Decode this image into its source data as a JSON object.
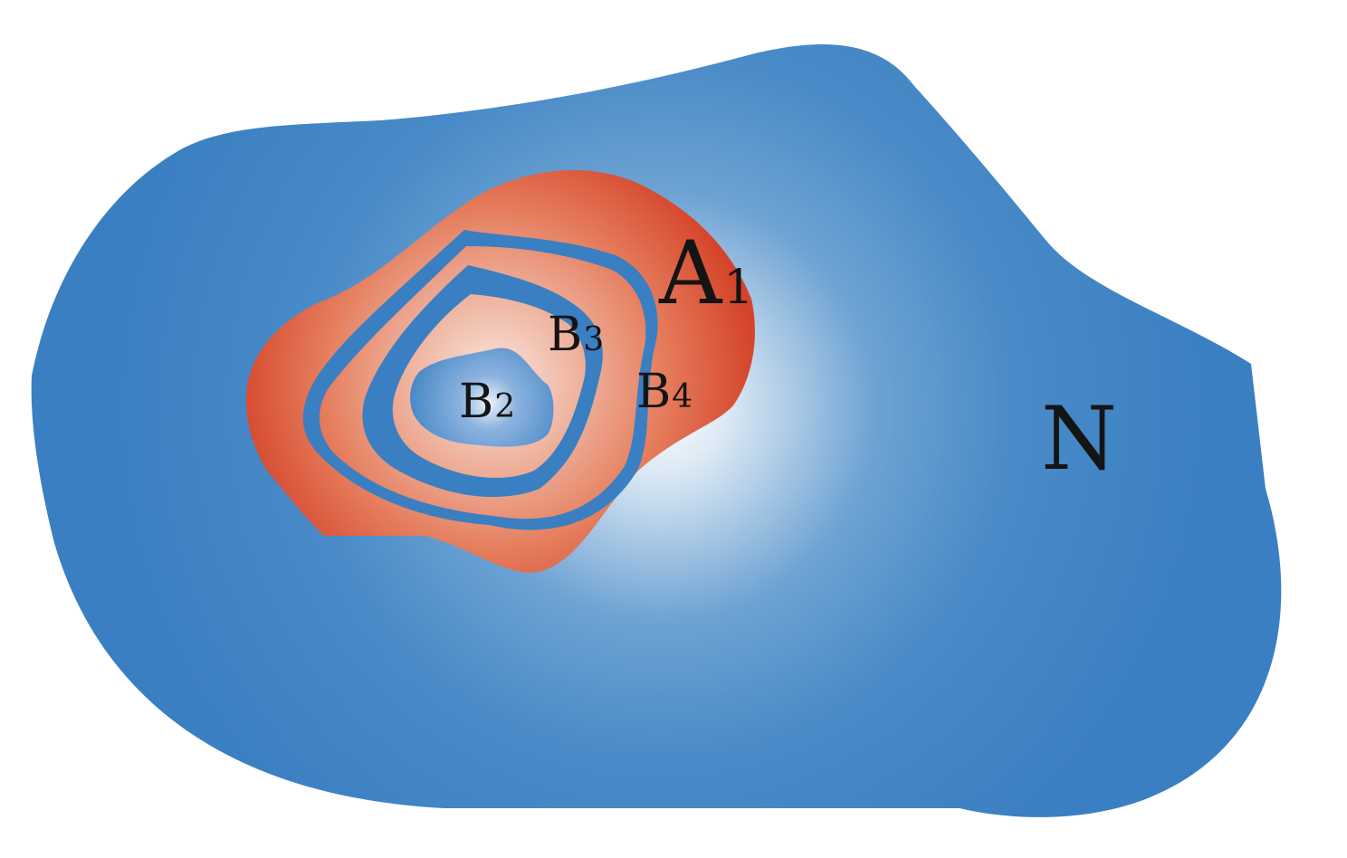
{
  "diagram": {
    "regions": [
      {
        "id": "N",
        "label": "N",
        "color": "#3a7fc1"
      },
      {
        "id": "A1",
        "letter": "A",
        "index": "1",
        "color": "#d5442a"
      },
      {
        "id": "B3",
        "letter": "B",
        "index": "3",
        "color": "#3a7fc1"
      },
      {
        "id": "B4",
        "letter": "B",
        "index": "4",
        "color": "#3a7fc1"
      },
      {
        "id": "B2",
        "letter": "B",
        "index": "2",
        "color": "#3a7fc1"
      }
    ]
  },
  "labels": {
    "N": "N",
    "A1": {
      "letter": "A",
      "index": "1"
    },
    "B3": {
      "letter": "B",
      "index": "3"
    },
    "B4": {
      "letter": "B",
      "index": "4"
    },
    "B2": {
      "letter": "B",
      "index": "2"
    }
  },
  "colors": {
    "blue": "#3a7fc1",
    "glow": "#ffffff",
    "red": "#d5442a",
    "red_light": "#fbe6df"
  }
}
